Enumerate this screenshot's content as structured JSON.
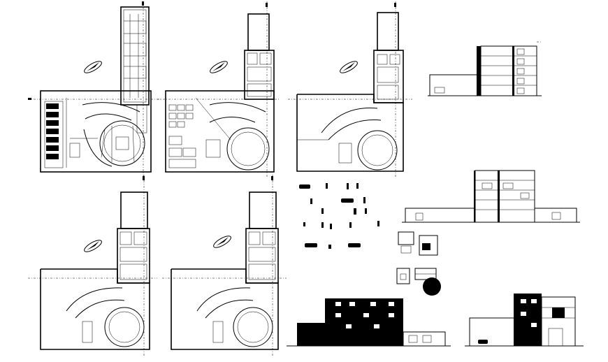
{
  "drawing": {
    "plan_count": 5,
    "section_count": 2,
    "elevation_count": 2,
    "detail_count": 4,
    "line_color": "#000000",
    "background_color": "#ffffff",
    "icons": [
      "north-arrow-icon",
      "car-icon",
      "person-icon",
      "tree-icon"
    ]
  }
}
